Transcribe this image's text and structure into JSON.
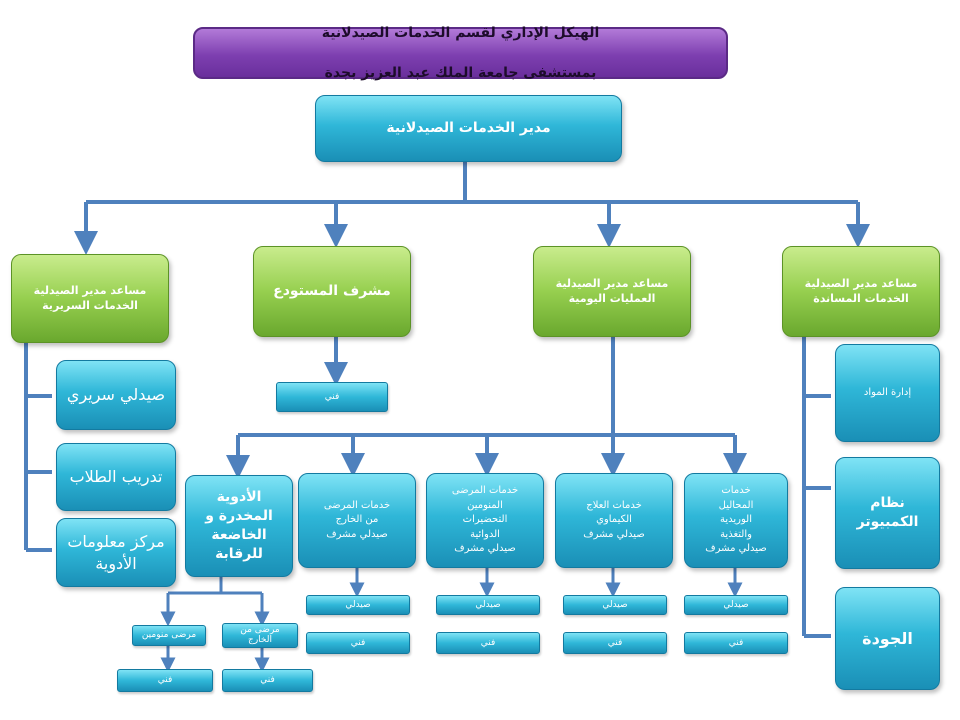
{
  "title": {
    "line1": "الهيكل الإداري لقسم الخدمات الصيدلانية",
    "line2": "بمستشفى جامعة الملك عبد العزيز بجدة"
  },
  "director": "مدير الخدمات الصيدلانية",
  "level2": {
    "clinical": "مساعد مدير الصيدلية\nالخدمات السريرية",
    "warehouse": "مشرف المستودع",
    "operations": "مساعد مدير الصيدلية\nالعمليات اليومية",
    "support": "مساعد مدير الصيدلية\nالخدمات المساندة"
  },
  "clinical_children": {
    "clinical_pharmacist": "صيدلي سريري",
    "student_training": "تدريب الطلاب",
    "drug_info_center": "مركز معلومات\nالأدوية"
  },
  "warehouse_children": {
    "technician": "فني"
  },
  "support_children": {
    "materials": "إدارة المواد",
    "computer": "نظام\nالكمبيوتر",
    "quality": "الجودة"
  },
  "operations_children": {
    "controlled": "الأدوية\nالمخدرة و\nالخاضعة\nللرقابة",
    "outpatient": "خدمات المرضى\nمن الخارج\nصيدلي مشرف",
    "inpatient": "خدمات المرضى\nالمنومين\nالتحضيرات\nالدوائية\nصيدلي مشرف",
    "chemo": "خدمات العلاج\nالكيماوي\nصيدلي مشرف",
    "iv": "خدمات\nالمحاليل\nالوريدية\nوالتغذية\nصيدلي مشرف"
  },
  "controlled_children": {
    "inpatients": "مرضى منومين",
    "outpatients": "مرضى من\nالخارج",
    "technician": "فني"
  },
  "pharmacist": "صيدلي",
  "technician": "فني",
  "colors": {
    "title": "#7d3fb0",
    "cyan": "#2fb7d8",
    "green": "#96cf4f",
    "connector": "#4f81bd"
  }
}
